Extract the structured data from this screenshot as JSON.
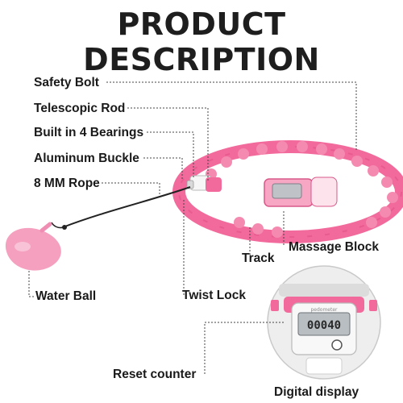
{
  "title": "PRODUCT DESCRIPTION",
  "labels": {
    "safety_bolt": "Safety Bolt",
    "telescopic_rod": "Telescopic Rod",
    "bearings": "Built in 4 Bearings",
    "aluminum_buckle": "Aluminum Buckle",
    "rope": "8 MM Rope",
    "water_ball": "Water Ball",
    "twist_lock": "Twist Lock",
    "track": "Track",
    "massage_block": "Massage Block",
    "reset_counter": "Reset counter",
    "digital_display": "Digital display"
  },
  "device": {
    "brand": "pedometer",
    "reading": "00040"
  },
  "colors": {
    "pink": "#f26a9b",
    "pink_light": "#f7a6c3",
    "text": "#1a1a1a",
    "leader": "#444444"
  }
}
